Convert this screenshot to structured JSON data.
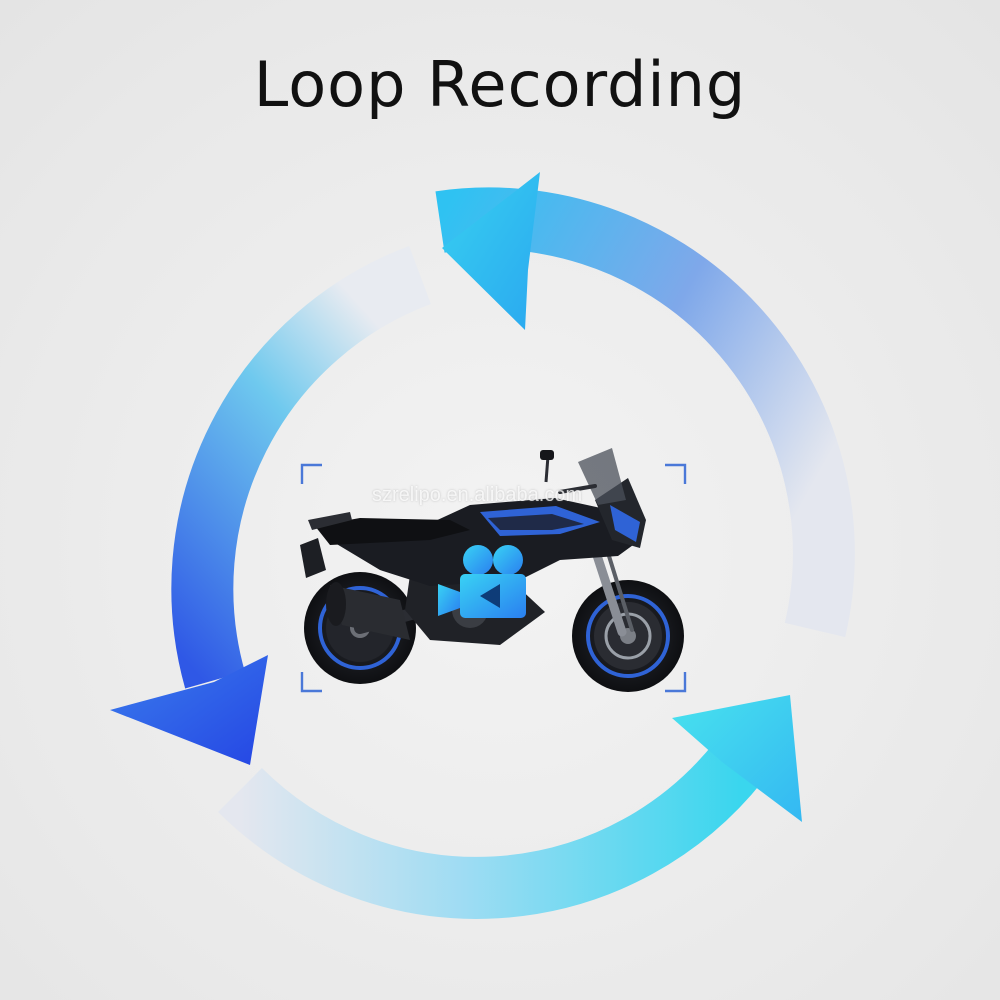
{
  "title": "Loop Recording",
  "watermark": "szrelipo.en.alibaba.com",
  "colors": {
    "background": "#ececec",
    "arrow_cyan": "#35d6f0",
    "arrow_blue": "#2f5de8",
    "arrow_fade": "#e2e6f0",
    "bracket": "#4a78d8",
    "camera_icon": "#27b8f2",
    "motorcycle_body": "#1a1c22",
    "motorcycle_accent": "#2f63d6",
    "title_text": "#111111"
  },
  "icons": [
    "loop-arrows-icon",
    "video-camera-icon",
    "motorcycle-image",
    "viewfinder-bracket-icon"
  ]
}
